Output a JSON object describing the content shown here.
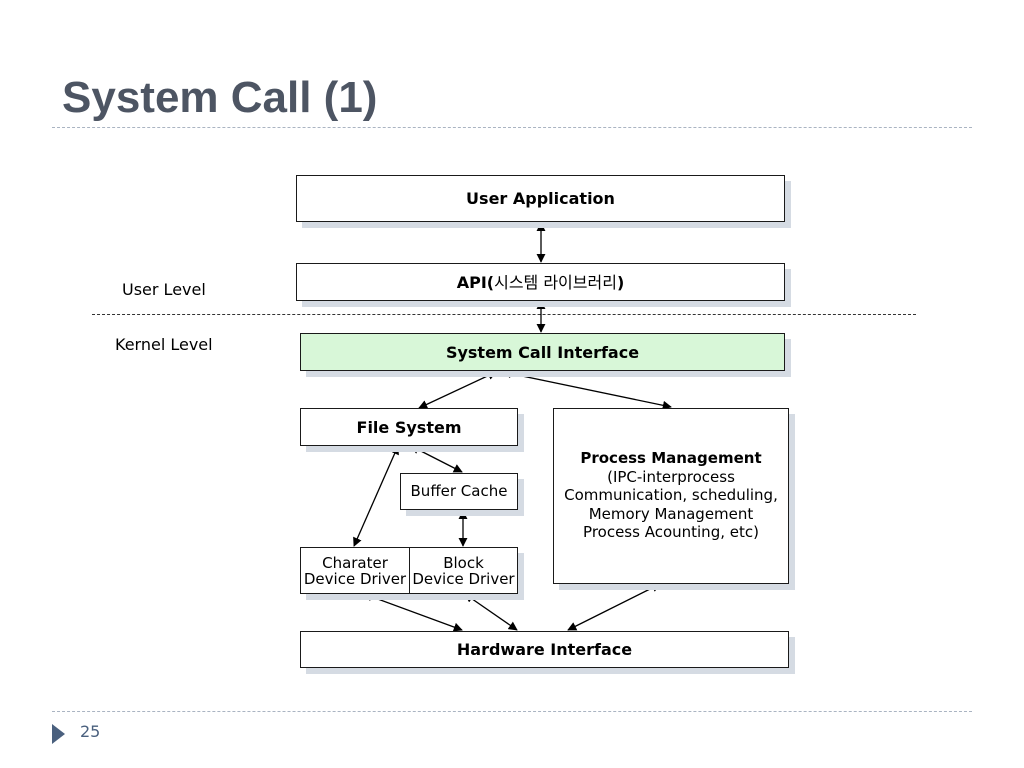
{
  "slide": {
    "title": "System Call (1)",
    "page_number": "25"
  },
  "levels": {
    "user": "User Level",
    "kernel": "Kernel Level"
  },
  "diagram": {
    "user_application": "User Application",
    "api": {
      "prefix": "API(",
      "korean": "시스템 라이브러리",
      "suffix": ")"
    },
    "system_call_interface": "System Call Interface",
    "file_system": "File System",
    "buffer_cache": "Buffer Cache",
    "char_driver": {
      "line1": "Charater",
      "line2": "Device Driver"
    },
    "block_driver": {
      "line1": "Block",
      "line2": "Device Driver"
    },
    "process_management": {
      "title": "Process Management",
      "lines": [
        "(IPC-interprocess",
        "Communication, scheduling,",
        "Memory Management",
        "Process Acounting, etc)"
      ]
    },
    "hardware_interface": "Hardware Interface"
  },
  "colors": {
    "title": "#4d5563",
    "system_call_interface_fill": "#d8f7d8",
    "shadow": "#d5dbe3",
    "accent": "#4a607e"
  }
}
